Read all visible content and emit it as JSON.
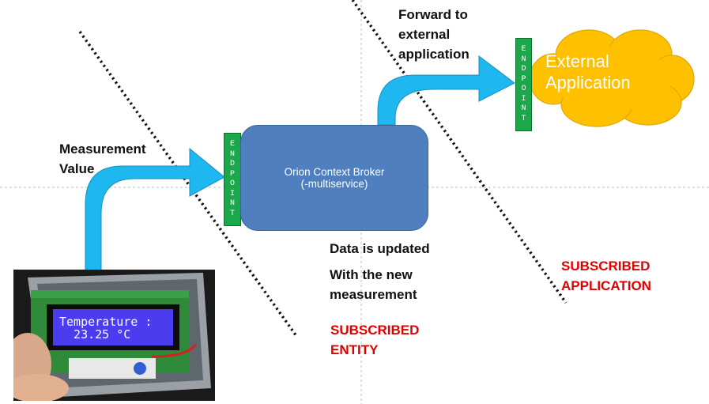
{
  "endpoint_letters": [
    "E",
    "N",
    "D",
    "P",
    "O",
    "I",
    "N",
    "T"
  ],
  "broker": {
    "line1": "Orion Context Broker",
    "line2": "(-multiservice)"
  },
  "cloud": {
    "line1": "External",
    "line2": "Application"
  },
  "labels": {
    "measurement_line1": "Measurement",
    "measurement_line2": "Value",
    "forward_line1": "Forward to",
    "forward_line2": "external",
    "forward_line3": "application",
    "update_line1": "Data is updated",
    "update_line2": "With the new",
    "update_line3": "measurement",
    "entity_line1": "SUBSCRIBED",
    "entity_line2": "ENTITY",
    "app_line1": "SUBSCRIBED",
    "app_line2": "APPLICATION"
  },
  "lcd": {
    "line1": "Temperature :",
    "line2": "  23.25 °C"
  },
  "colors": {
    "arrow": "#1eb7ef",
    "endpoint": "#1aa84a",
    "broker": "#4f7fbf",
    "cloud": "#ffc000",
    "subscribed_text": "#e00000"
  }
}
